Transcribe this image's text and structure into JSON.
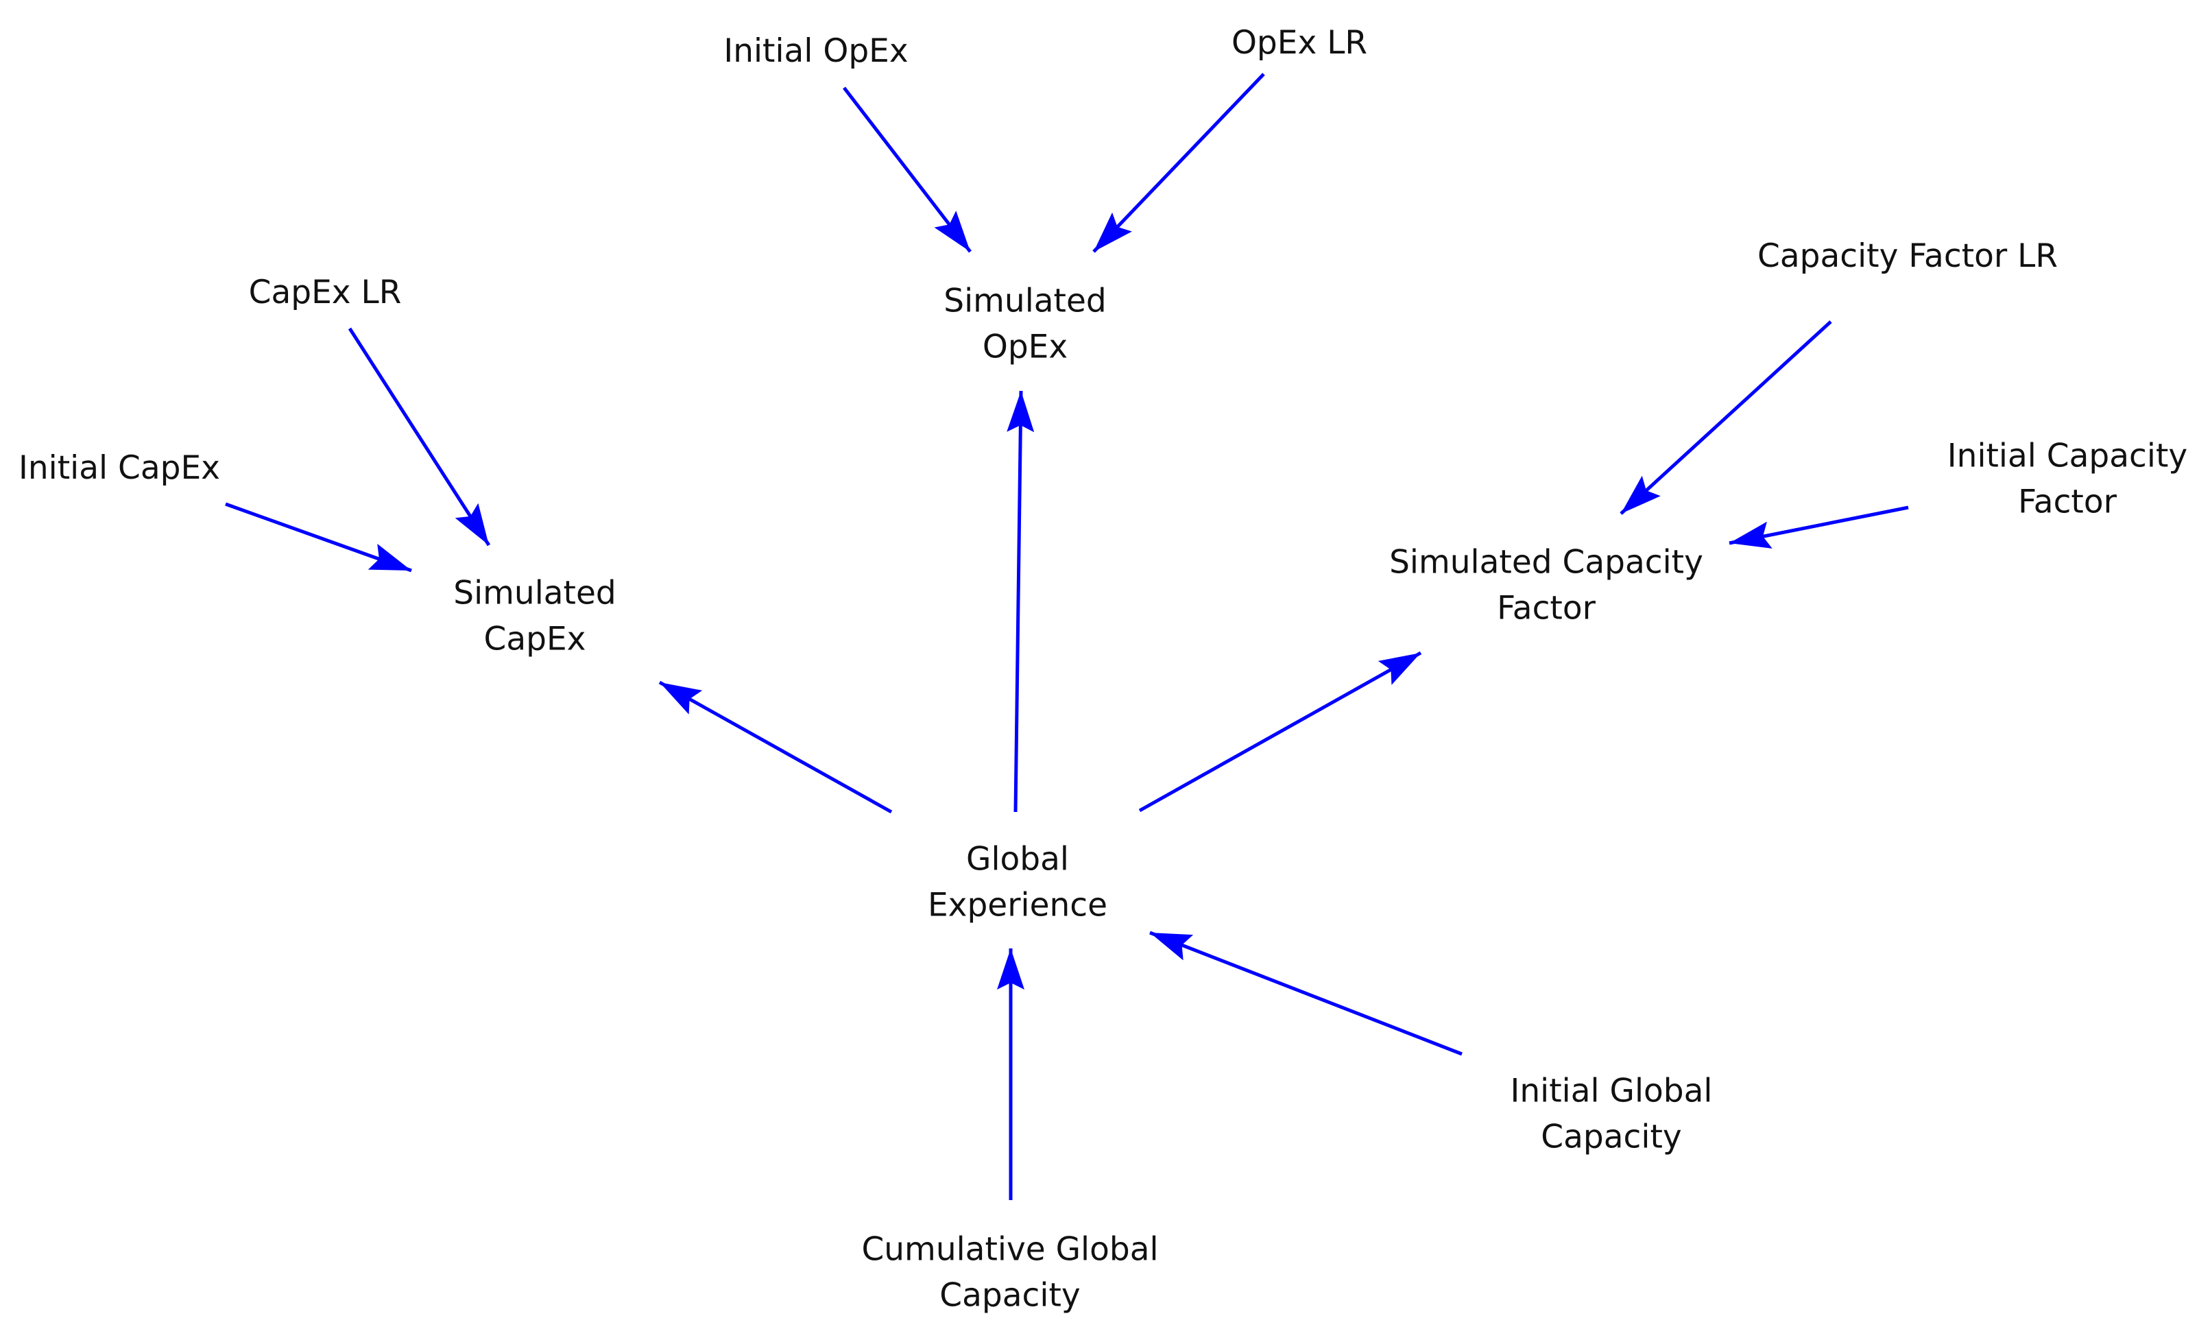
{
  "diagram": {
    "edge_color": "#0000ff",
    "text_color": "#111111",
    "nodes": {
      "initial_opex": {
        "lines": [
          "Initial OpEx"
        ]
      },
      "opex_lr": {
        "lines": [
          "OpEx LR"
        ]
      },
      "simulated_opex": {
        "lines": [
          "Simulated",
          "OpEx"
        ]
      },
      "capex_lr": {
        "lines": [
          "CapEx LR"
        ]
      },
      "initial_capex": {
        "lines": [
          "Initial CapEx"
        ]
      },
      "simulated_capex": {
        "lines": [
          "Simulated",
          "CapEx"
        ]
      },
      "capacity_factor_lr": {
        "lines": [
          "Capacity Factor LR"
        ]
      },
      "initial_capacity_factor": {
        "lines": [
          "Initial Capacity",
          "Factor"
        ]
      },
      "simulated_capacity_factor": {
        "lines": [
          "Simulated Capacity",
          "Factor"
        ]
      },
      "global_experience": {
        "lines": [
          "Global",
          "Experience"
        ]
      },
      "initial_global_capacity": {
        "lines": [
          "Initial Global",
          "Capacity"
        ]
      },
      "cumulative_global_capacity": {
        "lines": [
          "Cumulative Global",
          "Capacity"
        ]
      }
    },
    "edges": [
      {
        "from": "initial_opex",
        "to": "simulated_opex"
      },
      {
        "from": "opex_lr",
        "to": "simulated_opex"
      },
      {
        "from": "capex_lr",
        "to": "simulated_capex"
      },
      {
        "from": "initial_capex",
        "to": "simulated_capex"
      },
      {
        "from": "capacity_factor_lr",
        "to": "simulated_capacity_factor"
      },
      {
        "from": "initial_capacity_factor",
        "to": "simulated_capacity_factor"
      },
      {
        "from": "global_experience",
        "to": "simulated_opex"
      },
      {
        "from": "global_experience",
        "to": "simulated_capex"
      },
      {
        "from": "global_experience",
        "to": "simulated_capacity_factor"
      },
      {
        "from": "cumulative_global_capacity",
        "to": "global_experience"
      },
      {
        "from": "initial_global_capacity",
        "to": "global_experience"
      }
    ]
  }
}
